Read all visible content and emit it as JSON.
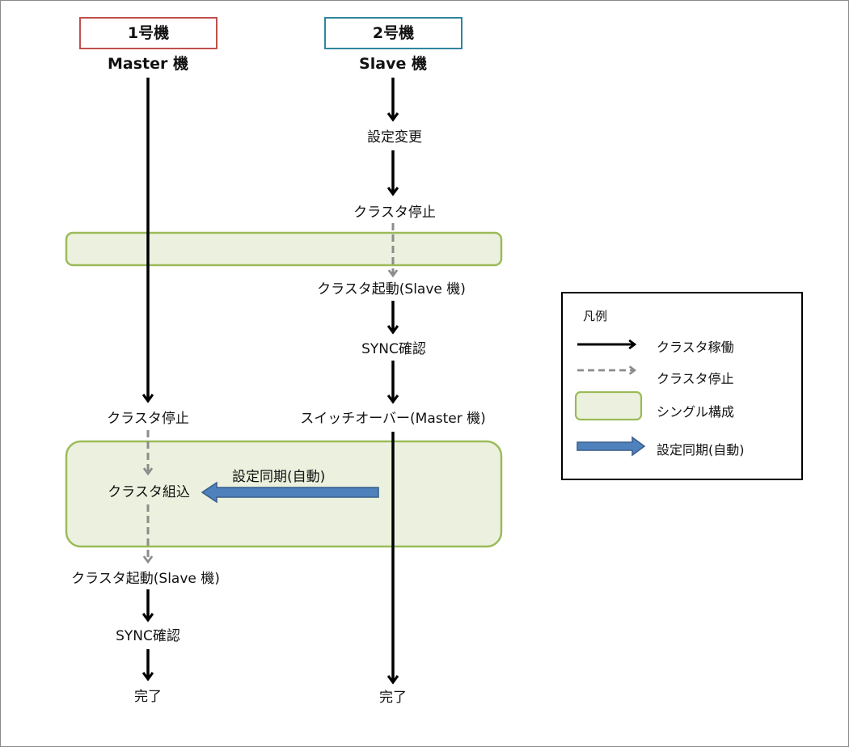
{
  "machines": [
    {
      "title": "1号機",
      "role": "Master 機",
      "border_color": "#c0504d"
    },
    {
      "title": "2号機",
      "role": "Slave 機",
      "border_color": "#31859c"
    }
  ],
  "machine2_steps": {
    "s1": "設定変更",
    "s2": "クラスタ停止",
    "s3": "クラスタ起動(Slave  機)",
    "s4": "SYNC確認",
    "s5": "スイッチオーバー(Master  機)",
    "s6": "完了"
  },
  "machine1_steps": {
    "s1": "クラスタ停止",
    "s2": "クラスタ組込",
    "s3": "クラスタ起動(Slave  機)",
    "s4": "SYNC確認",
    "s5": "完了"
  },
  "sync_label": "設定同期(自動)",
  "legend": {
    "title": "凡例",
    "items": [
      {
        "icon": "solid-arrow-icon",
        "label": "クラスタ稼働"
      },
      {
        "icon": "dashed-arrow-icon",
        "label": "クラスタ停止"
      },
      {
        "icon": "single-config-box-icon",
        "label": "シングル構成"
      },
      {
        "icon": "blue-block-arrow-icon",
        "label": "設定同期(自動)"
      }
    ]
  },
  "colors": {
    "single_fill": "#ebf1de",
    "single_border": "#9bbb59",
    "dashed_arrow": "#8c8c8c",
    "sync_arrow_fill": "#4f81bd",
    "sync_arrow_border": "#385d8a"
  }
}
